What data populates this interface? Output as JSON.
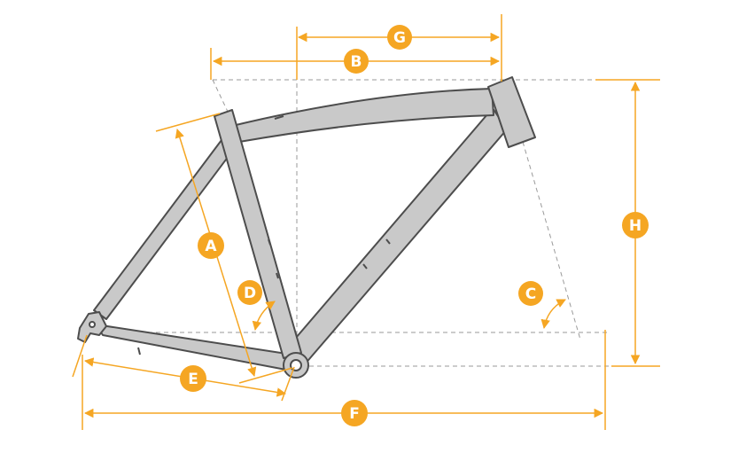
{
  "colors": {
    "accent": "#f5a623",
    "frame_fill": "#c9c9c9",
    "frame_stroke": "#4d4d4d",
    "guide": "#9a9a9a",
    "background": "#ffffff"
  },
  "labels": {
    "a": "A",
    "b": "B",
    "c": "C",
    "d": "D",
    "e": "E",
    "f": "F",
    "g": "G",
    "h": "H"
  }
}
